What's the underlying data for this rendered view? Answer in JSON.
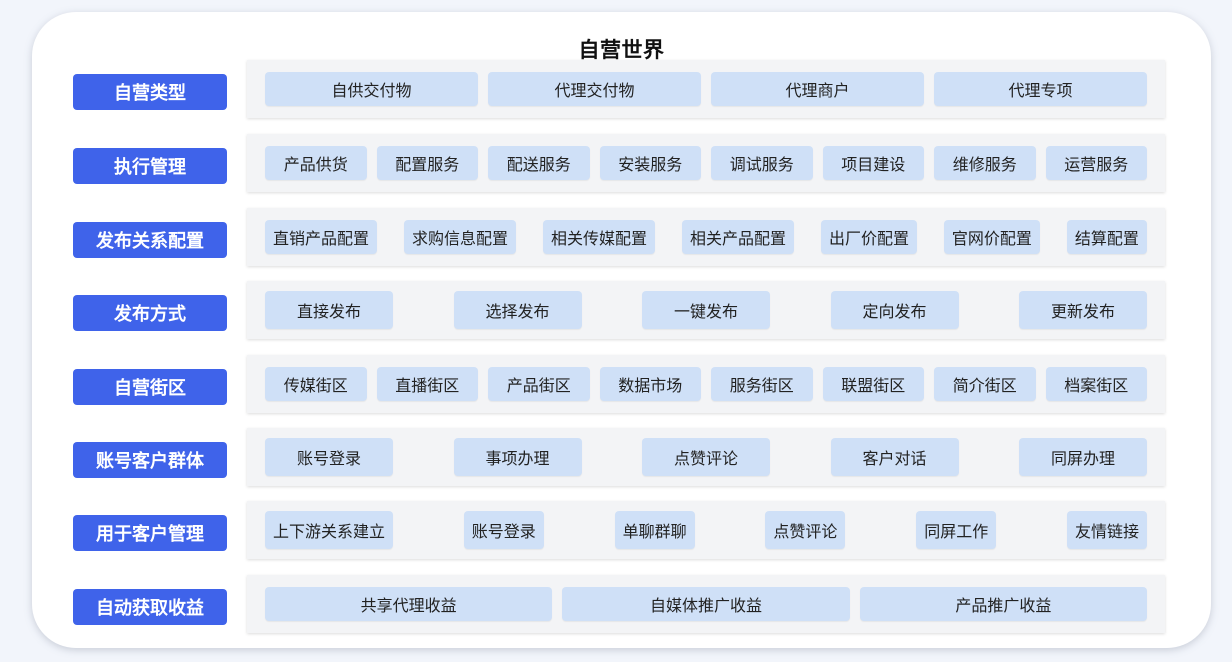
{
  "title": "自营世界",
  "rows": [
    {
      "label": "自营类型",
      "items": [
        "自供交付物",
        "代理交付物",
        "代理商户",
        "代理专项"
      ]
    },
    {
      "label": "执行管理",
      "items": [
        "产品供货",
        "配置服务",
        "配送服务",
        "安装服务",
        "调试服务",
        "项目建设",
        "维修服务",
        "运营服务"
      ]
    },
    {
      "label": "发布关系配置",
      "items": [
        "直销产品配置",
        "求购信息配置",
        "相关传媒配置",
        "相关产品配置",
        "出厂价配置",
        "官网价配置",
        "结算配置"
      ]
    },
    {
      "label": "发布方式",
      "items": [
        "直接发布",
        "选择发布",
        "一键发布",
        "定向发布",
        "更新发布"
      ]
    },
    {
      "label": "自营街区",
      "items": [
        "传媒街区",
        "直播街区",
        "产品街区",
        "数据市场",
        "服务街区",
        "联盟街区",
        "简介街区",
        "档案街区"
      ]
    },
    {
      "label": "账号客户群体",
      "items": [
        "账号登录",
        "事项办理",
        "点赞评论",
        "客户对话",
        "同屏办理"
      ]
    },
    {
      "label": "用于客户管理",
      "items": [
        "上下游关系建立",
        "账号登录",
        "单聊群聊",
        "点赞评论",
        "同屏工作",
        "友情链接"
      ]
    },
    {
      "label": "自动获取收益",
      "items": [
        "共享代理收益",
        "自媒体推广收益",
        "产品推广收益"
      ]
    }
  ]
}
